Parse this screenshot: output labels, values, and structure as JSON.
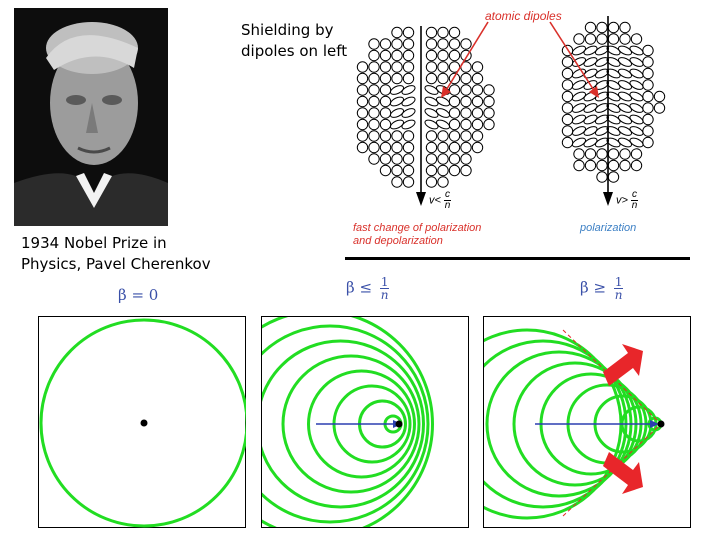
{
  "photo_caption": {
    "line1": "1934 Nobel Prize in",
    "line2": "Physics, Pavel Cherenkov"
  },
  "shielding_caption": {
    "line1": "Shielding by",
    "line2": "dipoles on left"
  },
  "dipole_diagram": {
    "atomic_dipoles_label": "atomic dipoles",
    "left_velocity": "v<",
    "right_velocity": "v>",
    "fraction_num": "c",
    "fraction_den": "n",
    "left_caption_line1": "fast change of polarization",
    "left_caption_line2": "and depolarization",
    "right_caption": "polarization"
  },
  "wave_panels": {
    "panel1": {
      "beta": "β",
      "relation": "= 0"
    },
    "panel2": {
      "beta": "β",
      "relation": "≤",
      "num": "1",
      "den": "n"
    },
    "panel3": {
      "beta": "β",
      "relation": "≥",
      "num": "1",
      "den": "n"
    }
  },
  "colors": {
    "wave_green": "#22dd22",
    "arrow_red": "#e8262a",
    "velocity_blue": "#2b3fb0",
    "label_red": "#d9302a",
    "label_blue": "#3b7fc4"
  }
}
